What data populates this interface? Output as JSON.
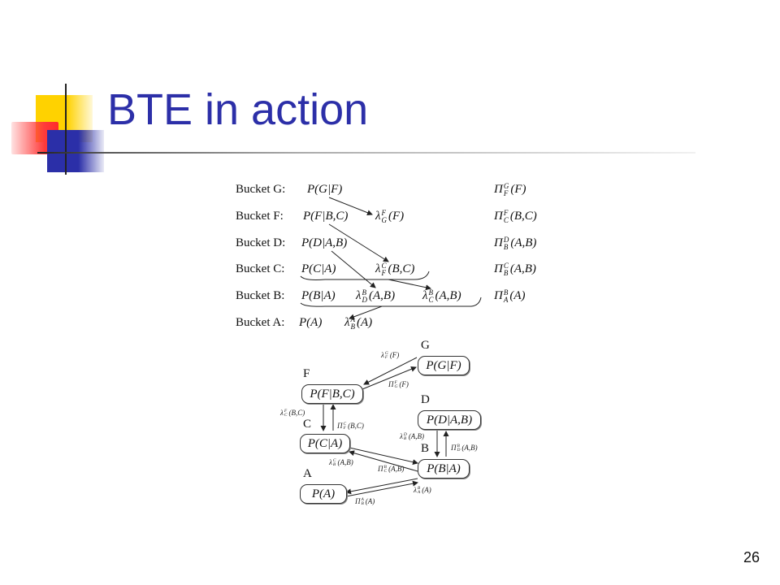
{
  "slide": {
    "title": "BTE in action",
    "page_number": "26"
  },
  "buckets": [
    {
      "label": "Bucket G:",
      "functions": [
        "P(G|F)"
      ],
      "pi": "Π^G_F (F)"
    },
    {
      "label": "Bucket F:",
      "functions": [
        "P(F|B,C)",
        "λ^F_G (F)"
      ],
      "pi": "Π^F_C (B,C)"
    },
    {
      "label": "Bucket D:",
      "functions": [
        "P(D|A,B)"
      ],
      "pi": "Π^D_B (A,B)"
    },
    {
      "label": "Bucket C:",
      "functions": [
        "P(C|A)",
        "λ^C_F (B,C)"
      ],
      "pi": "Π^C_B (A,B)"
    },
    {
      "label": "Bucket B:",
      "functions": [
        "P(B|A)",
        "λ^B_D (A,B)",
        "λ^B_C (A,B)"
      ],
      "pi": "Π^B_A (A)"
    },
    {
      "label": "Bucket A:",
      "functions": [
        "P(A)",
        "λ^A_B (A)"
      ],
      "pi": ""
    }
  ],
  "tree": {
    "nodes": [
      {
        "id": "G",
        "label": "G",
        "function": "P(G|F)"
      },
      {
        "id": "F",
        "label": "F",
        "function": "P(F|B,C)"
      },
      {
        "id": "D",
        "label": "D",
        "function": "P(D|A,B)"
      },
      {
        "id": "C",
        "label": "C",
        "function": "P(C|A)"
      },
      {
        "id": "B",
        "label": "B",
        "function": "P(B|A)"
      },
      {
        "id": "A",
        "label": "A",
        "function": "P(A)"
      }
    ],
    "messages": [
      "λ^G_F (F)",
      "Π^F_G (F)",
      "λ^F_C (B,C)",
      "Π^C_F (B,C)",
      "λ^D_B (A,B)",
      "Π^B_D (A,B)",
      "λ^C_B (A,B)",
      "Π^B_C (A,B)",
      "λ^B_A (A)",
      "Π^A_B (A)"
    ]
  }
}
